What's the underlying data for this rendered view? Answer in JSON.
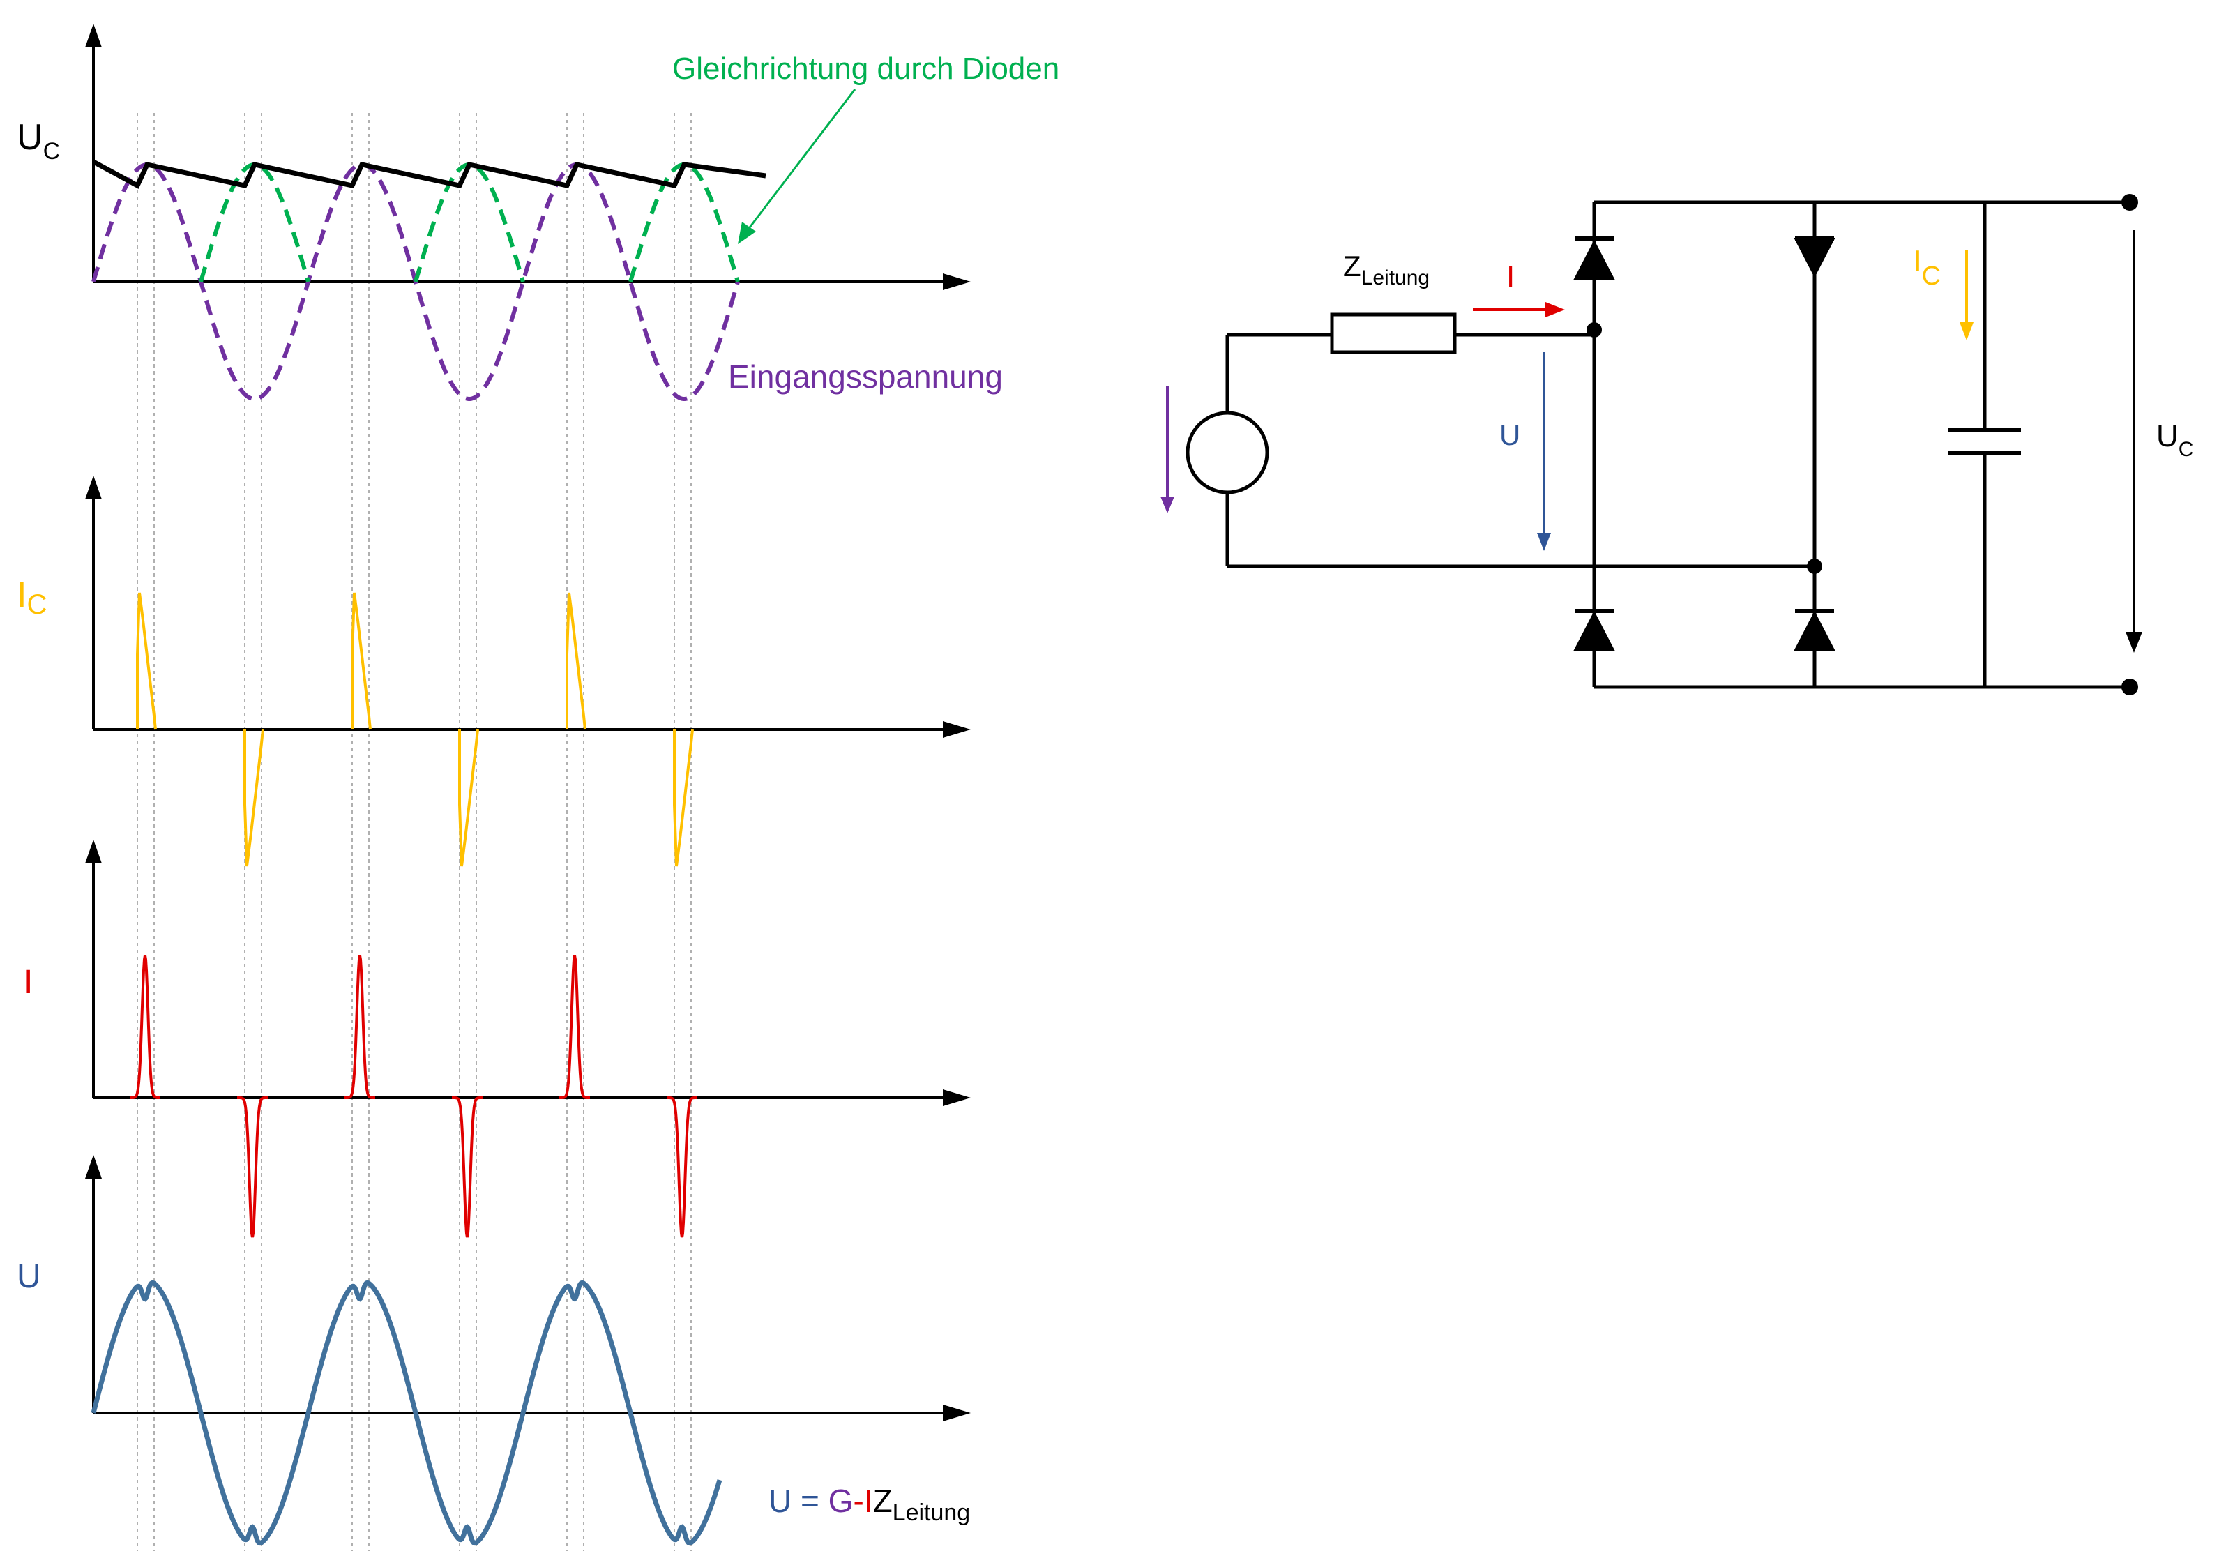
{
  "colors": {
    "black": "#000000",
    "green": "#00b050",
    "purple": "#7030a0",
    "yellow": "#ffc000",
    "red": "#e00000",
    "blue": "#2f5597",
    "u_wave": "#41719c",
    "grid": "#b0b0b0"
  },
  "plots": {
    "uc": {
      "label_main": "U",
      "label_sub": "C",
      "annotation_rectified": "Gleichrichtung durch Dioden",
      "annotation_input": "Eingangsspannung"
    },
    "ic": {
      "label_main": "I",
      "label_sub": "C"
    },
    "i": {
      "label_main": "I"
    },
    "u": {
      "label_main": "U",
      "formula": {
        "u": "U",
        "eq": " = ",
        "g": "G",
        "minus": "-",
        "i": "I",
        "z": "Z",
        "z_sub": "Leitung"
      }
    }
  },
  "circuit": {
    "z_label": "Z",
    "z_sub": "Leitung",
    "i_label": "I",
    "u_label": "U",
    "ic_label": "I",
    "ic_sub": "C",
    "uc_label": "U",
    "uc_sub": "C"
  }
}
